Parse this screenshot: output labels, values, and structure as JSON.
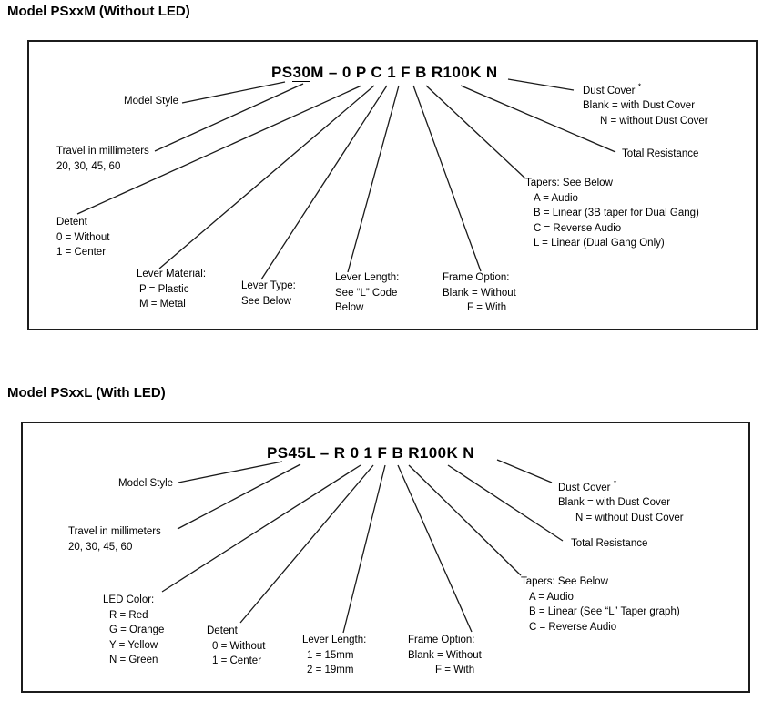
{
  "section_m": {
    "title": "Model PSxxM (Without LED)",
    "part_number": {
      "prefix": "PS",
      "underlined": "30",
      "suffix": "M – 0 P C 1 F B R100K N"
    },
    "model_style": "Model Style",
    "travel": [
      "Travel in millimeters",
      "20, 30, 45, 60"
    ],
    "detent": [
      "Detent",
      "0 = Without",
      "1 = Center"
    ],
    "lever_material": [
      "Lever Material:",
      "P = Plastic",
      "M = Metal"
    ],
    "lever_type": [
      "Lever Type:",
      "See Below"
    ],
    "lever_length": [
      "Lever Length:",
      "See “L” Code",
      "Below"
    ],
    "frame_option": [
      "Frame Option:",
      "Blank = Without",
      "F = With"
    ],
    "tapers": [
      "Tapers: See Below",
      "A = Audio",
      "B = Linear (3B taper for Dual Gang)",
      "C = Reverse Audio",
      "L = Linear (Dual Gang Only)"
    ],
    "total_resistance": "Total Resistance",
    "dust_cover": {
      "title": "Dust Cover ",
      "sup": "*",
      "lines": [
        "Blank = with Dust Cover",
        "N = without Dust Cover"
      ]
    }
  },
  "section_l": {
    "title": "Model PSxxL (With LED)",
    "part_number": {
      "prefix": "PS",
      "underlined": "45",
      "suffix": "L – R 0 1 F B R100K N"
    },
    "model_style": "Model Style",
    "travel": [
      "Travel in millimeters",
      "20, 30, 45, 60"
    ],
    "led_color": [
      "LED Color:",
      "R = Red",
      "G = Orange",
      "Y = Yellow",
      "N = Green"
    ],
    "detent": [
      "Detent",
      "0 = Without",
      "1 = Center"
    ],
    "lever_length": [
      "Lever Length:",
      "1 = 15mm",
      "2 = 19mm"
    ],
    "frame_option": [
      "Frame Option:",
      "Blank = Without",
      "F = With"
    ],
    "tapers": [
      "Tapers: See Below",
      "A = Audio",
      "B = Linear (See “L” Taper graph)",
      "C = Reverse Audio"
    ],
    "total_resistance": "Total Resistance",
    "dust_cover": {
      "title": "Dust Cover ",
      "sup": "*",
      "lines": [
        "Blank = with Dust Cover",
        "N = without Dust Cover"
      ]
    }
  }
}
